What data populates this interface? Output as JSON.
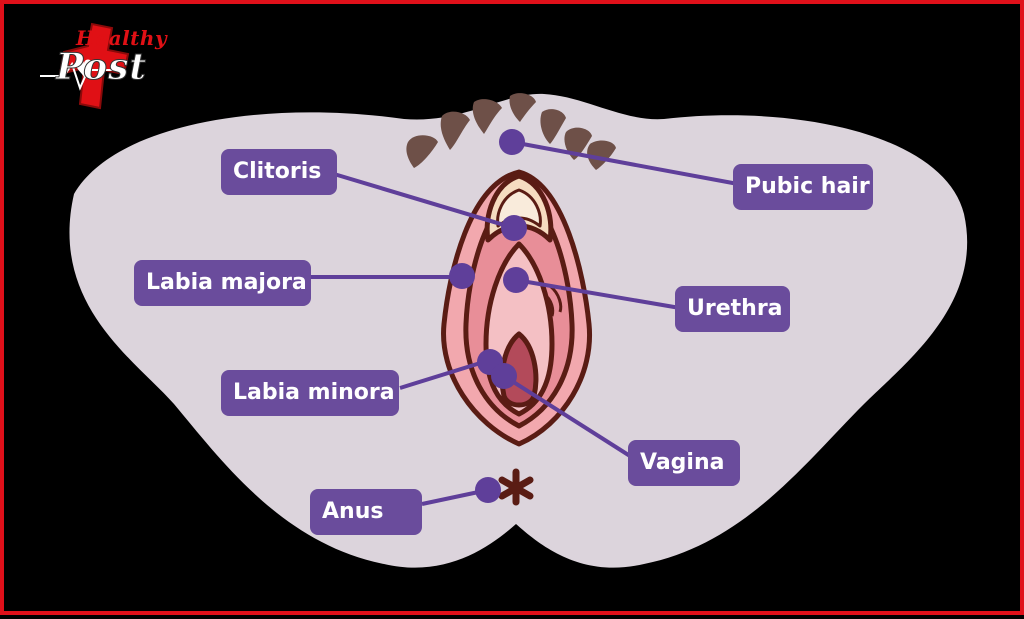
{
  "logo": {
    "line1": "Healthy",
    "line2": "Post"
  },
  "labels": {
    "clitoris": "Clitoris",
    "pubic_hair": "Pubic hair",
    "labia_majora": "Labia majora",
    "urethra": "Urethra",
    "labia_minora": "Labia minora",
    "vagina": "Vagina",
    "anus": "Anus"
  },
  "colors": {
    "frame": "#e0101a",
    "background": "#000000",
    "body": "#dcd4dc",
    "label_bg": "#6a4c9c",
    "pointer": "#5f3f9a",
    "hair": "#6e5048",
    "outline": "#5a1c14"
  },
  "icons": {
    "logo_cross": "medical-cross-icon",
    "logo_heart": "heart-icon"
  }
}
